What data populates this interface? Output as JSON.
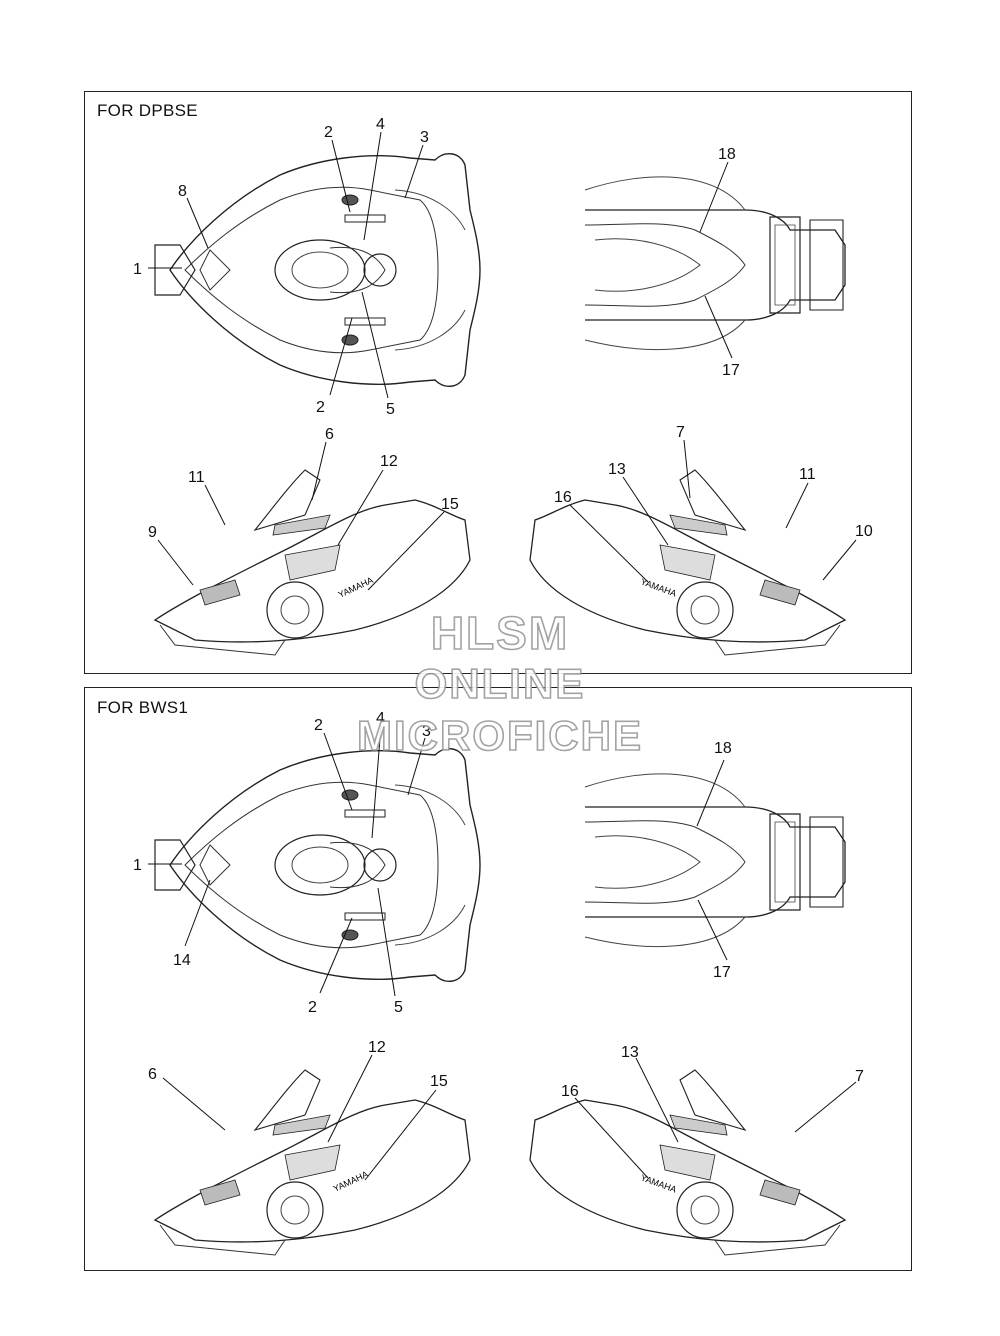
{
  "panels": [
    {
      "title": "FOR DPBSE"
    },
    {
      "title": "FOR BWS1"
    }
  ],
  "watermark": {
    "line1": "HLSM",
    "line2": "ONLINE",
    "line3": "MICROFICHE"
  },
  "callouts": {
    "p1": {
      "c1": "1",
      "c2a": "2",
      "c2b": "2",
      "c3": "3",
      "c4": "4",
      "c5": "5",
      "c6": "6",
      "c7": "7",
      "c8": "8",
      "c9": "9",
      "c10": "10",
      "c11a": "11",
      "c11b": "11",
      "c12": "12",
      "c13": "13",
      "c15": "15",
      "c16": "16",
      "c17": "17",
      "c18": "18"
    },
    "p2": {
      "c1": "1",
      "c2a": "2",
      "c2b": "2",
      "c3": "3",
      "c4": "4",
      "c5": "5",
      "c6": "6",
      "c7": "7",
      "c12": "12",
      "c13": "13",
      "c14": "14",
      "c15": "15",
      "c16": "16",
      "c17": "17",
      "c18": "18"
    }
  },
  "decal_text": {
    "brand": "YAMAHA"
  }
}
